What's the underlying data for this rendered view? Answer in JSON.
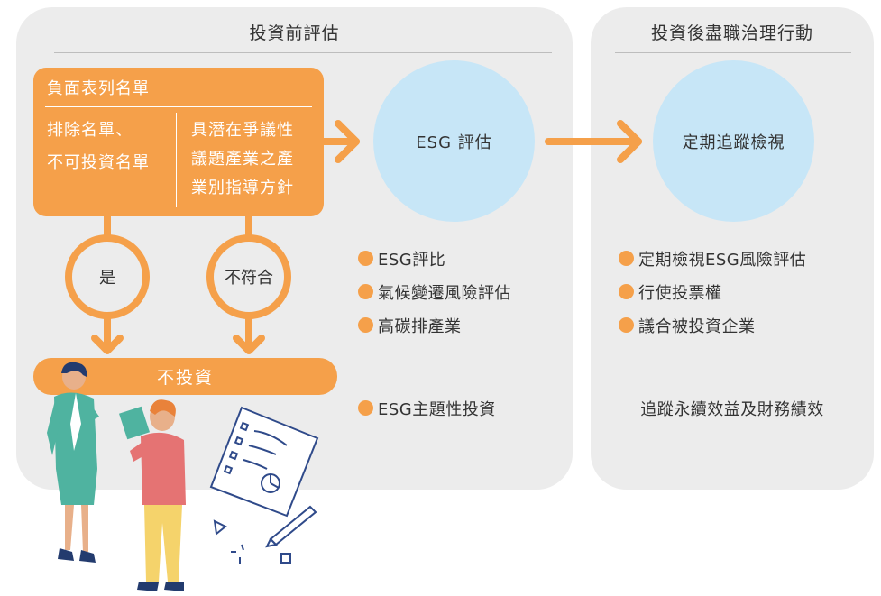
{
  "pre_investment": {
    "title": "投資前評估",
    "negative_list": {
      "title": "負面表列名單",
      "left_lines": [
        "排除名單、",
        "不可投資名單"
      ],
      "right_lines": [
        "具潛在爭議性",
        "議題產業之產",
        "業別指導方針"
      ]
    },
    "esg_circle": "ESG 評估",
    "yes": "是",
    "no_match": "不符合",
    "no_invest": "不投資",
    "bullets": [
      "ESG評比",
      "氣候變遷風險評估",
      "高碳排產業"
    ],
    "theme_bullet": "ESG主題性投資"
  },
  "post_investment": {
    "title": "投資後盡職治理行動",
    "circle": "定期追蹤檢視",
    "bullets": [
      "定期檢視ESG風險評估",
      "行使投票權",
      "議合被投資企業"
    ],
    "footer": "追蹤永續效益及財務績效"
  },
  "colors": {
    "accent_orange": "#f5a04a",
    "circle_blue": "#c7e6f7",
    "panel_grey": "#ececec"
  }
}
